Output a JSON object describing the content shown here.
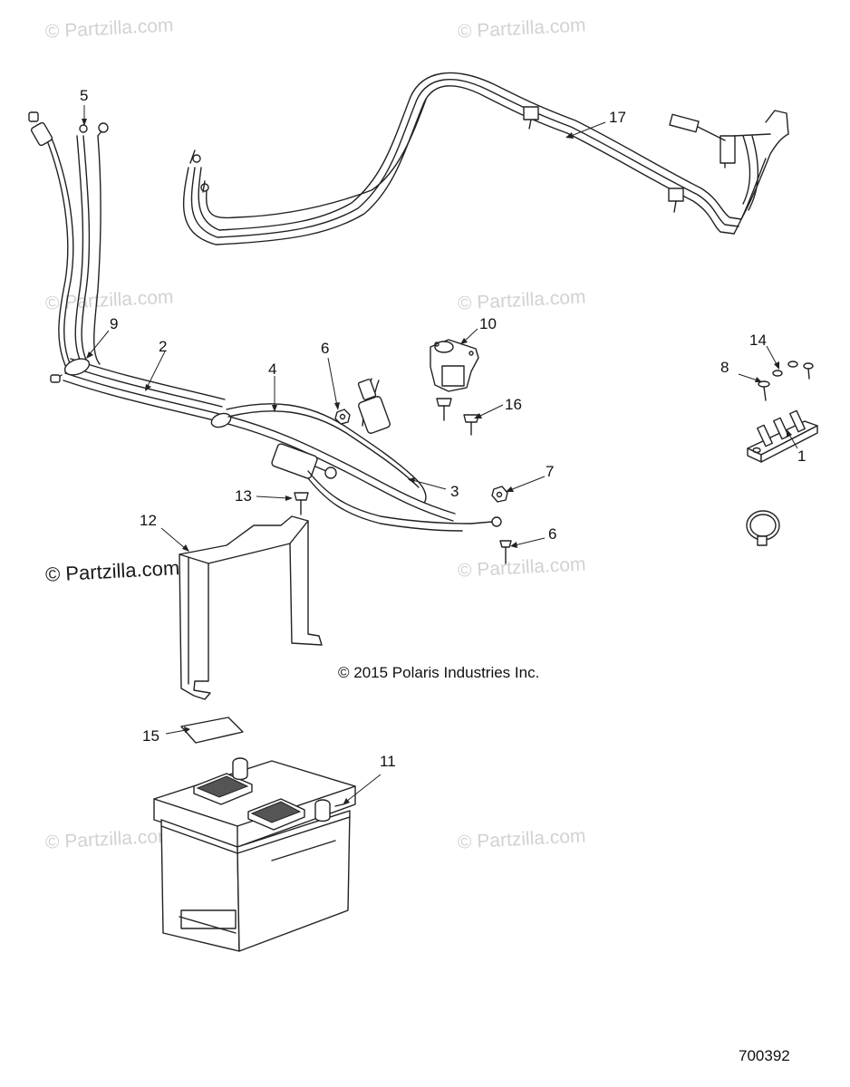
{
  "watermarks": [
    "© Partzilla.com",
    "© Partzilla.com",
    "© Partzilla.com",
    "© Partzilla.com",
    "© Partzilla.com",
    "© Partzilla.com",
    "© Partzilla.com"
  ],
  "watermark_main": "© Partzilla.com",
  "copyright": "© 2015 Polaris Industries Inc.",
  "diagram_id": "700392",
  "callouts": [
    "1",
    "2",
    "3",
    "4",
    "5",
    "6",
    "6",
    "7",
    "8",
    "9",
    "10",
    "11",
    "12",
    "13",
    "14",
    "15",
    "16",
    "17"
  ]
}
